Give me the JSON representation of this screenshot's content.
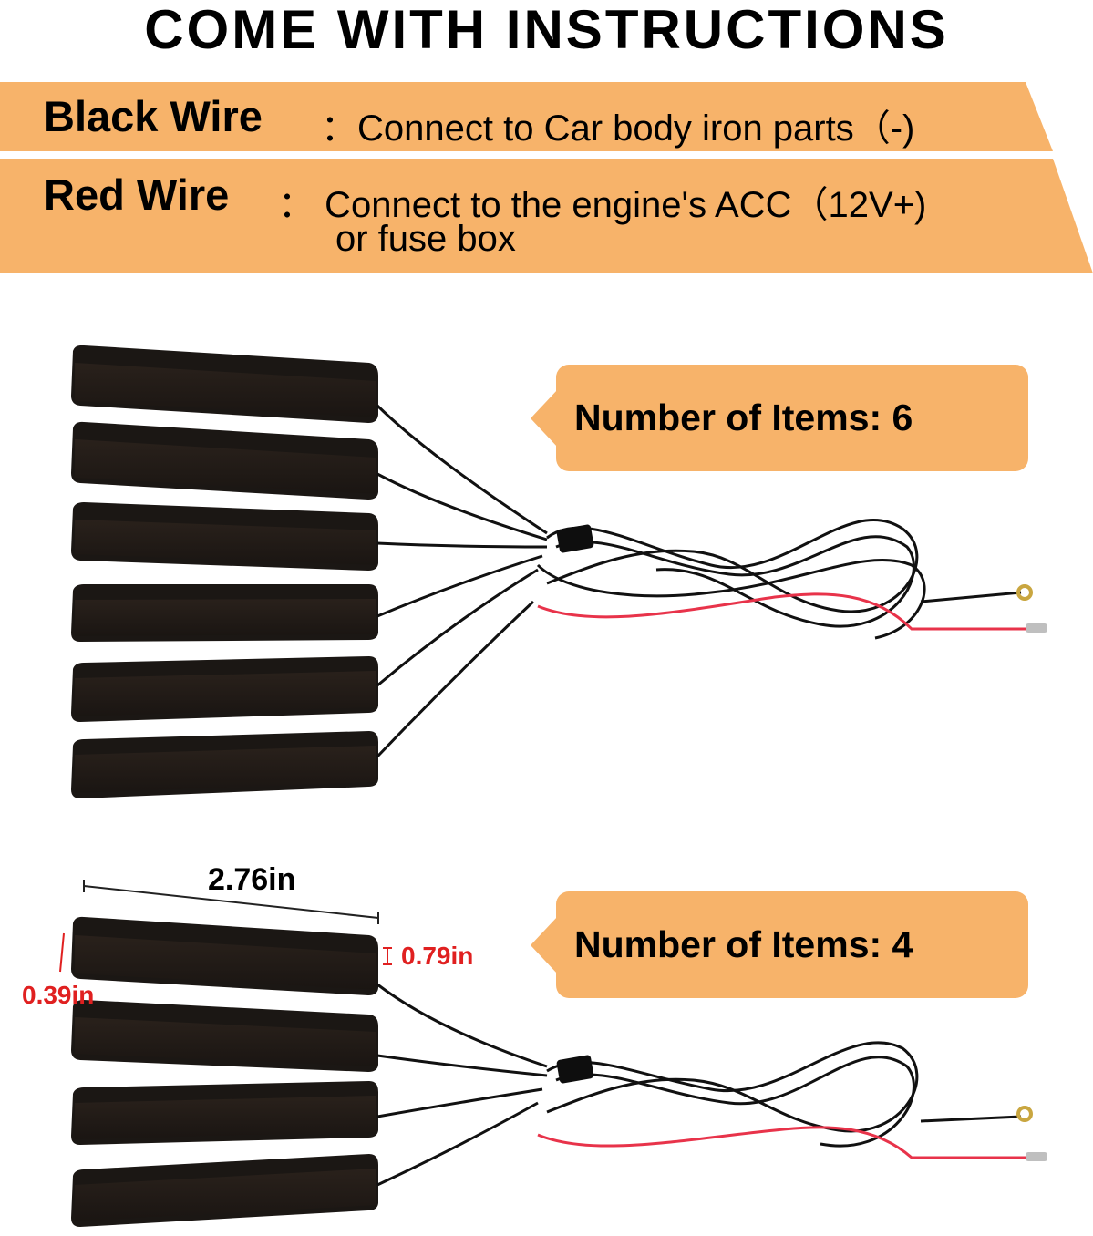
{
  "header": {
    "title": "COME WITH INSTRUCTIONS"
  },
  "instructions": {
    "black_wire_label": "Black Wire",
    "black_wire_desc": "：Connect to Car body iron parts（-)",
    "red_wire_label": "Red Wire",
    "red_wire_desc_line1": "：  Connect to the engine's ACC（12V+)",
    "red_wire_desc_line2": "or fuse box"
  },
  "products": {
    "set_a_label": "Number of Items: 6",
    "set_b_label": "Number of Items: 4"
  },
  "dimensions": {
    "length": "2.76in",
    "height": "0.79in",
    "thickness": "0.39in"
  },
  "colors": {
    "accent": "#f7b36a",
    "dimension_red": "#e02020",
    "strip": "#2a2420"
  }
}
